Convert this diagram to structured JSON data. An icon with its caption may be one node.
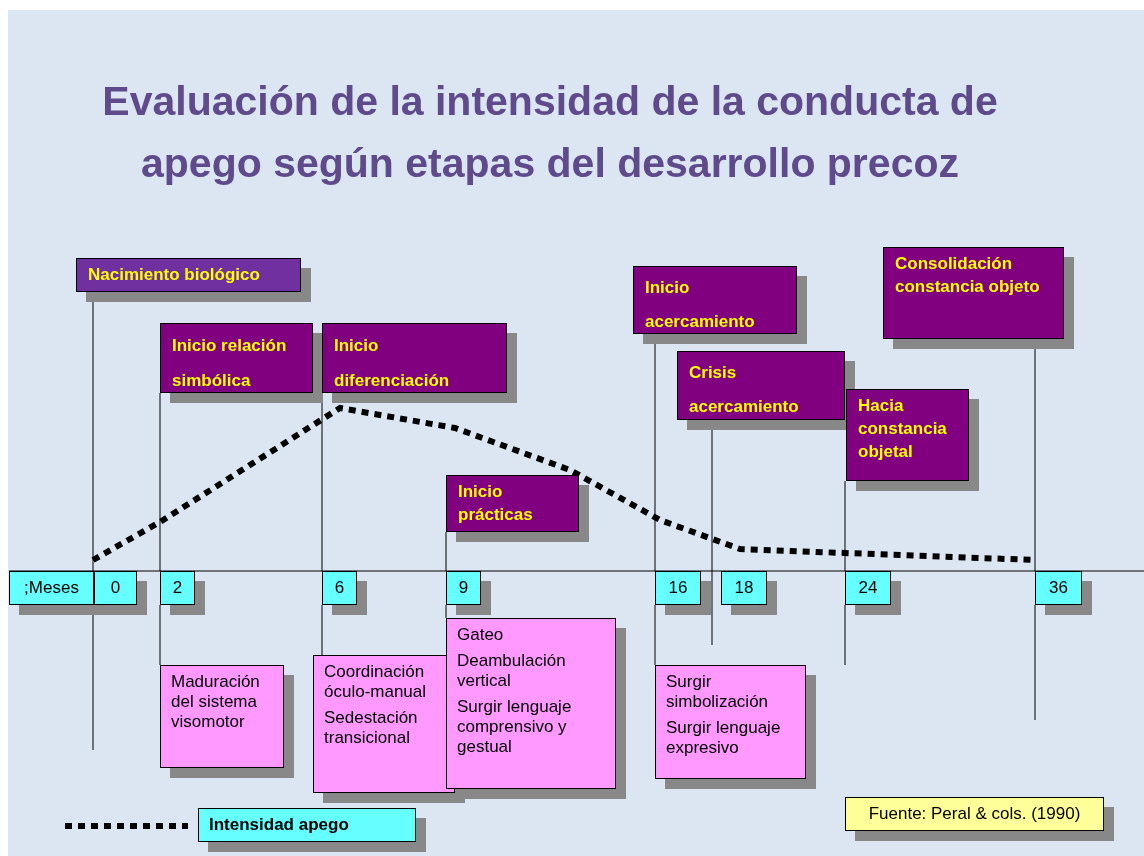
{
  "diagram": {
    "title": "Evaluación de la intensidad de la conducta de apego según etapas del desarrollo precoz",
    "nodes": [
      {
        "text": [
          "Nacimiento biológico"
        ]
      },
      {
        "text": [
          "Inicio relación simbólica"
        ]
      },
      {
        "text": [
          "Inicio diferenciación"
        ]
      },
      {
        "text": [
          "Inicio prácticas"
        ]
      },
      {
        "text": [
          "Inicio acercamiento"
        ]
      },
      {
        "text": [
          "Crisis acercamiento"
        ]
      },
      {
        "text": [
          "Hacia constancia objetal"
        ]
      },
      {
        "text": [
          "Consolidación constancia objeto"
        ]
      },
      {
        "text": [
          ";Meses"
        ]
      },
      {
        "text": [
          "0"
        ]
      },
      {
        "text": [
          "2"
        ]
      },
      {
        "text": [
          "6"
        ]
      },
      {
        "text": [
          "9"
        ]
      },
      {
        "text": [
          "16"
        ]
      },
      {
        "text": [
          "18"
        ]
      },
      {
        "text": [
          "24"
        ]
      },
      {
        "text": [
          "36"
        ]
      },
      {
        "text": [
          "Maduración del sistema visomotor"
        ]
      },
      {
        "text": [
          "Coordinación óculo-manual",
          "Sedestación transicional"
        ]
      },
      {
        "text": [
          "Gateo",
          "Deambulación vertical",
          "Surgir lenguaje comprensivo y gestual"
        ]
      },
      {
        "text": [
          "Surgir simbolización",
          "Surgir lenguaje expresivo"
        ]
      }
    ],
    "edges": [
      {
        "from": 0,
        "to": 9,
        "arrow": "none"
      },
      {
        "from": 9,
        "to": null,
        "arrow": "none"
      },
      {
        "from": 1,
        "to": 10,
        "arrow": "none"
      },
      {
        "from": 10,
        "to": 17,
        "arrow": "none"
      },
      {
        "from": 2,
        "to": 11,
        "arrow": "none"
      },
      {
        "from": 11,
        "to": 18,
        "arrow": "none"
      },
      {
        "from": 3,
        "to": 12,
        "arrow": "none"
      },
      {
        "from": 12,
        "to": 19,
        "arrow": "none"
      },
      {
        "from": 4,
        "to": 13,
        "arrow": "none"
      },
      {
        "from": 13,
        "to": 20,
        "arrow": "none"
      },
      {
        "from": 5,
        "to": null,
        "arrow": "none"
      },
      {
        "from": 6,
        "to": 15,
        "arrow": "none"
      },
      {
        "from": 15,
        "to": null,
        "arrow": "none"
      },
      {
        "from": 7,
        "to": 16,
        "arrow": "none"
      },
      {
        "from": 16,
        "to": null,
        "arrow": "none"
      }
    ],
    "labels": [
      "Fuente: Peral & cols. (1990)"
    ],
    "legend": [
      {
        "text": "Intensidad apego"
      }
    ]
  }
}
